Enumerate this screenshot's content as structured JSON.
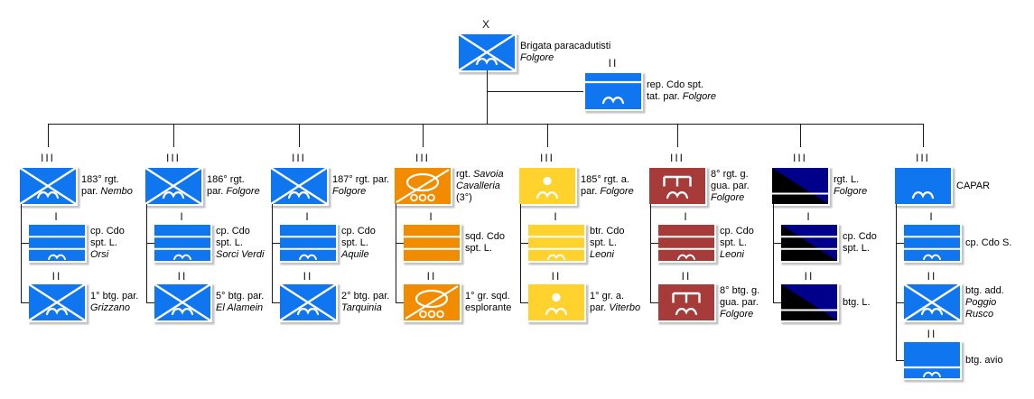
{
  "diagram": {
    "title_hint": "Brigata paracadutisti Folgore - organigramma",
    "colors": {
      "blue": "#0F76F0",
      "orange": "#F18C00",
      "yellow": "#FFD22E",
      "red": "#A73B39",
      "navy": "#00008B",
      "black": "#000000",
      "symbol_white": "#FFFFFF",
      "line": "#1A1A1A",
      "shadow": "#C3C3C3"
    },
    "root": {
      "echelon": "X",
      "symbol": "infantry-para",
      "color": "blue",
      "label": [
        [
          {
            "t": "Brigata paracadutisti"
          }
        ],
        [
          {
            "t": "Folgore",
            "i": 1
          }
        ]
      ]
    },
    "attachment": {
      "echelon": "II",
      "symbol": "hq-top-line-para",
      "color": "blue",
      "label": [
        [
          {
            "t": "rep. Cdo spt."
          }
        ],
        [
          {
            "t": "tat. par. "
          },
          {
            "t": "Folgore",
            "i": 1
          }
        ]
      ]
    },
    "columns": [
      {
        "units": [
          {
            "echelon": "III",
            "symbol": "infantry-para",
            "color": "blue",
            "label": [
              [
                {
                  "t": "183° rgt."
                }
              ],
              [
                {
                  "t": "par. "
                },
                {
                  "t": "Nembo",
                  "i": 1
                }
              ]
            ]
          },
          {
            "echelon": "I",
            "symbol": "stripes-para",
            "color": "blue",
            "label": [
              [
                {
                  "t": "cp. Cdo"
                }
              ],
              [
                {
                  "t": "spt. L."
                }
              ],
              [
                {
                  "t": "Orsi",
                  "i": 1
                }
              ]
            ]
          },
          {
            "echelon": "II",
            "symbol": "infantry-para",
            "color": "blue",
            "label": [
              [
                {
                  "t": "1° btg. par."
                }
              ],
              [
                {
                  "t": "Grizzano",
                  "i": 1
                }
              ]
            ]
          }
        ]
      },
      {
        "units": [
          {
            "echelon": "III",
            "symbol": "infantry-para",
            "color": "blue",
            "label": [
              [
                {
                  "t": "186° rgt."
                }
              ],
              [
                {
                  "t": "par. "
                },
                {
                  "t": "Folgore",
                  "i": 1
                }
              ]
            ]
          },
          {
            "echelon": "I",
            "symbol": "stripes-para",
            "color": "blue",
            "label": [
              [
                {
                  "t": "cp. Cdo"
                }
              ],
              [
                {
                  "t": "spt. L."
                }
              ],
              [
                {
                  "t": "Sorci Verdi",
                  "i": 1
                }
              ]
            ]
          },
          {
            "echelon": "II",
            "symbol": "infantry-para",
            "color": "blue",
            "label": [
              [
                {
                  "t": "5° btg. par."
                }
              ],
              [
                {
                  "t": "El Alamein",
                  "i": 1
                }
              ]
            ]
          }
        ]
      },
      {
        "units": [
          {
            "echelon": "III",
            "symbol": "infantry-para",
            "color": "blue",
            "label": [
              [
                {
                  "t": "187° rgt. par."
                }
              ],
              [
                {
                  "t": "Folgore",
                  "i": 1
                }
              ]
            ]
          },
          {
            "echelon": "I",
            "symbol": "stripes-para",
            "color": "blue",
            "label": [
              [
                {
                  "t": "cp. Cdo"
                }
              ],
              [
                {
                  "t": "spt. L."
                }
              ],
              [
                {
                  "t": "Aquile",
                  "i": 1
                }
              ]
            ]
          },
          {
            "echelon": "II",
            "symbol": "infantry-para",
            "color": "blue",
            "label": [
              [
                {
                  "t": "2° btg. par."
                }
              ],
              [
                {
                  "t": "Tarquinia",
                  "i": 1
                }
              ]
            ]
          }
        ]
      },
      {
        "units": [
          {
            "echelon": "III",
            "symbol": "cavalry-recon",
            "color": "orange",
            "label": [
              [
                {
                  "t": "rgt. "
                },
                {
                  "t": "Savoia",
                  "i": 1
                }
              ],
              [
                {
                  "t": "Cavalleria",
                  "i": 1
                }
              ],
              [
                {
                  "t": "(3°)"
                }
              ]
            ]
          },
          {
            "echelon": "I",
            "symbol": "stripes",
            "color": "orange",
            "label": [
              [
                {
                  "t": "sqd. Cdo"
                }
              ],
              [
                {
                  "t": "spt. L."
                }
              ]
            ]
          },
          {
            "echelon": "II",
            "symbol": "cavalry-recon",
            "color": "orange",
            "label": [
              [
                {
                  "t": "1° gr. sqd."
                }
              ],
              [
                {
                  "t": "esplorante"
                }
              ]
            ]
          }
        ]
      },
      {
        "units": [
          {
            "echelon": "III",
            "symbol": "artillery-para",
            "color": "yellow",
            "label": [
              [
                {
                  "t": "185° rgt. a."
                }
              ],
              [
                {
                  "t": "par. "
                },
                {
                  "t": "Folgore",
                  "i": 1
                }
              ]
            ]
          },
          {
            "echelon": "I",
            "symbol": "stripes-para",
            "color": "yellow",
            "label": [
              [
                {
                  "t": "btr. Cdo"
                }
              ],
              [
                {
                  "t": "spt. L."
                }
              ],
              [
                {
                  "t": "Leoni",
                  "i": 1
                }
              ]
            ]
          },
          {
            "echelon": "II",
            "symbol": "artillery-para",
            "color": "yellow",
            "label": [
              [
                {
                  "t": "1° gr. a."
                }
              ],
              [
                {
                  "t": "par. "
                },
                {
                  "t": "Viterbo",
                  "i": 1
                }
              ]
            ]
          }
        ]
      },
      {
        "units": [
          {
            "echelon": "III",
            "symbol": "engineer-para",
            "color": "red",
            "label": [
              [
                {
                  "t": "8° rgt. g."
                }
              ],
              [
                {
                  "t": "gua. par."
                }
              ],
              [
                {
                  "t": "Folgore",
                  "i": 1
                }
              ]
            ]
          },
          {
            "echelon": "I",
            "symbol": "stripes-para",
            "color": "red",
            "label": [
              [
                {
                  "t": "cp. Cdo"
                }
              ],
              [
                {
                  "t": "spt. L."
                }
              ],
              [
                {
                  "t": "Leoni",
                  "i": 1
                }
              ]
            ]
          },
          {
            "echelon": "II",
            "symbol": "engineer-para",
            "color": "red",
            "label": [
              [
                {
                  "t": "8° btg. g."
                }
              ],
              [
                {
                  "t": "gua. par."
                }
              ],
              [
                {
                  "t": "Folgore",
                  "i": 1
                }
              ]
            ]
          }
        ]
      },
      {
        "units": [
          {
            "echelon": "III",
            "symbol": "logistics",
            "color": "navy",
            "label": [
              [
                {
                  "t": "rgt. L."
                }
              ],
              [
                {
                  "t": "Folgore",
                  "i": 1
                }
              ]
            ]
          },
          {
            "echelon": "I",
            "symbol": "logistics-stripes",
            "color": "navy",
            "label": [
              [
                {
                  "t": "cp. Cdo"
                }
              ],
              [
                {
                  "t": "spt. L."
                }
              ]
            ]
          },
          {
            "echelon": "II",
            "symbol": "logistics",
            "color": "navy",
            "label": [
              [
                {
                  "t": "btg. L."
                }
              ]
            ]
          }
        ]
      },
      {
        "units": [
          {
            "echelon": "III",
            "symbol": "plain-para",
            "color": "blue",
            "label": [
              [
                {
                  "t": "CAPAR"
                }
              ]
            ]
          },
          {
            "echelon": "I",
            "symbol": "stripes-para",
            "color": "blue",
            "label": [
              [
                {
                  "t": "cp. Cdo S."
                }
              ]
            ]
          },
          {
            "echelon": "II",
            "symbol": "infantry-para",
            "color": "blue",
            "label": [
              [
                {
                  "t": "btg. add."
                }
              ],
              [
                {
                  "t": "Poggio",
                  "i": 1
                }
              ],
              [
                {
                  "t": "Rusco",
                  "i": 1
                }
              ]
            ]
          },
          {
            "echelon": "II",
            "symbol": "bottom-line-para",
            "color": "blue",
            "label": [
              [
                {
                  "t": "btg. avio"
                }
              ]
            ]
          }
        ]
      }
    ]
  }
}
